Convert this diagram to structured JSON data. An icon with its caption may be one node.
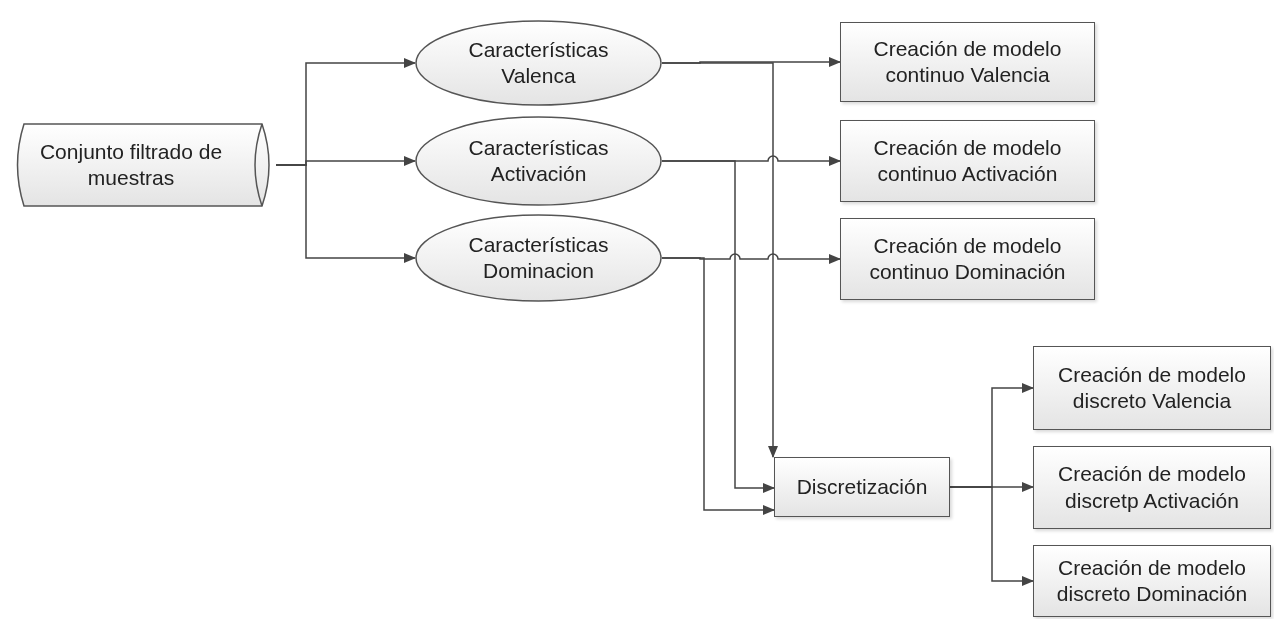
{
  "diagram": {
    "nodes": [
      {
        "text": [
          "Conjunto filtrado de muestras"
        ]
      },
      {
        "text": [
          "Características Valenca"
        ]
      },
      {
        "text": [
          "Características Activación"
        ]
      },
      {
        "text": [
          "Características Dominacion"
        ]
      },
      {
        "text": [
          "Creación de modelo continuo Valencia"
        ]
      },
      {
        "text": [
          "Creación de modelo continuo Activación"
        ]
      },
      {
        "text": [
          "Creación de modelo continuo Dominación"
        ]
      },
      {
        "text": [
          "Discretización"
        ]
      },
      {
        "text": [
          "Creación de modelo discreto Valencia"
        ]
      },
      {
        "text": [
          "Creación de modelo discretp Activación"
        ]
      },
      {
        "text": [
          "Creación de modelo discreto Dominación"
        ]
      }
    ],
    "edges": [
      {
        "from": 0,
        "to": 1,
        "arrow": "to"
      },
      {
        "from": 0,
        "to": 2,
        "arrow": "to"
      },
      {
        "from": 0,
        "to": 3,
        "arrow": "to"
      },
      {
        "from": 1,
        "to": 4,
        "arrow": "to"
      },
      {
        "from": 2,
        "to": 5,
        "arrow": "to"
      },
      {
        "from": 3,
        "to": 6,
        "arrow": "to"
      },
      {
        "from": 1,
        "to": 7,
        "arrow": "to"
      },
      {
        "from": 2,
        "to": 7,
        "arrow": "to"
      },
      {
        "from": 3,
        "to": 7,
        "arrow": "to"
      },
      {
        "from": 7,
        "to": 8,
        "arrow": "to"
      },
      {
        "from": 7,
        "to": 9,
        "arrow": "to"
      },
      {
        "from": 7,
        "to": 10,
        "arrow": "to"
      }
    ]
  }
}
